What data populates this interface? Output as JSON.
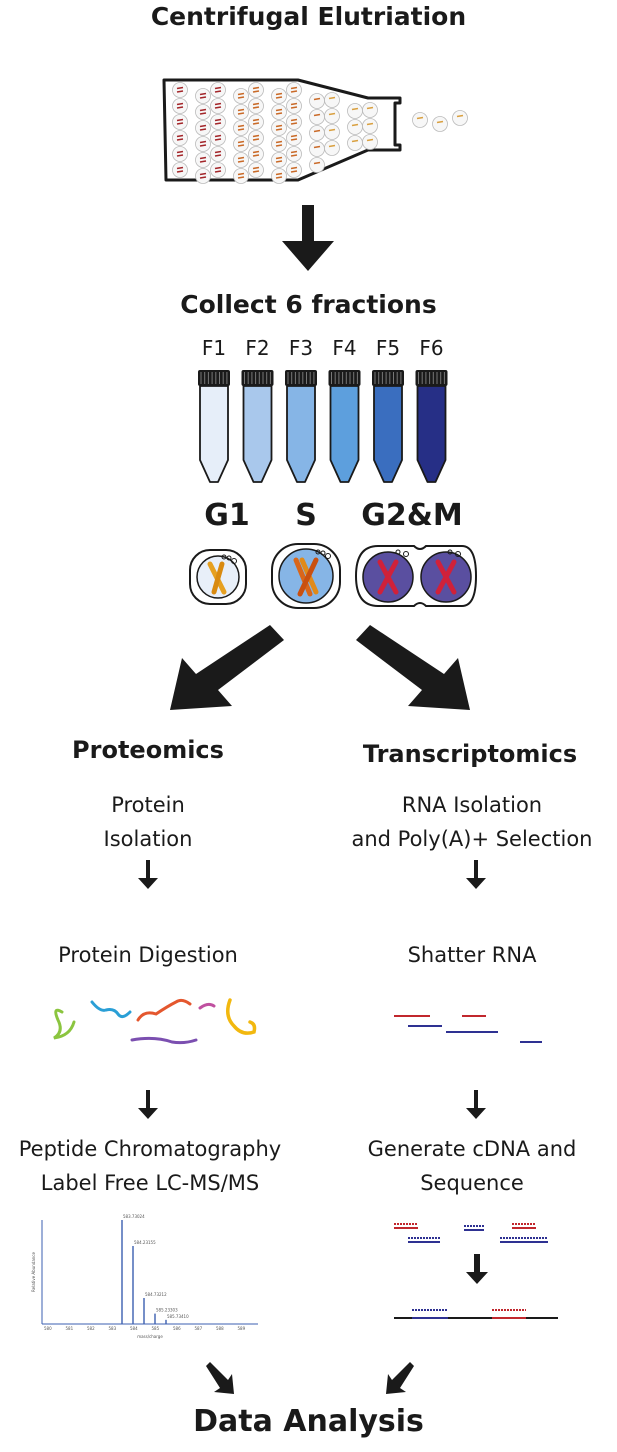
{
  "title": "Centrifugal Elutriation",
  "collect_label": "Collect 6 fractions",
  "fractions": [
    {
      "label": "F1",
      "color": "#e6eef9"
    },
    {
      "label": "F2",
      "color": "#a9c8ec"
    },
    {
      "label": "F3",
      "color": "#86b5e6"
    },
    {
      "label": "F4",
      "color": "#5d9fdd"
    },
    {
      "label": "F5",
      "color": "#3a6ebf"
    },
    {
      "label": "F6",
      "color": "#262f86"
    }
  ],
  "phases": {
    "g1": "G1",
    "s": "S",
    "g2m": "G2&M"
  },
  "proteomics": {
    "title": "Proteomics",
    "step1_line1": "Protein",
    "step1_line2": "Isolation",
    "step2": "Protein Digestion",
    "step3_line1": "Peptide Chromatography",
    "step3_line2": "Label Free LC-MS/MS",
    "spectrum_peaks": [
      {
        "mz": "583.73024",
        "rel": 1.0
      },
      {
        "mz": "584.23155",
        "rel": 0.75
      },
      {
        "mz": "584.73212",
        "rel": 0.25
      },
      {
        "mz": "585.23303",
        "rel": 0.1
      },
      {
        "mz": "585.73410",
        "rel": 0.04
      }
    ],
    "spectrum_ylabel": "Relative Abundance",
    "spectrum_xlabel": "mass/charge",
    "spectrum_ticks": [
      "580",
      "581",
      "582",
      "583",
      "584",
      "585",
      "586",
      "587",
      "588",
      "589"
    ]
  },
  "transcriptomics": {
    "title": "Transcriptomics",
    "step1_line1": "RNA Isolation",
    "step1_line2": "and Poly(A)+ Selection",
    "step2": "Shatter RNA",
    "step3_line1": "Generate cDNA and",
    "step3_line2": "Sequence"
  },
  "final_label": "Data Analysis",
  "colors": {
    "red": "#c1272d",
    "blue": "#2e3192",
    "black": "#1a1a1a",
    "spectrum": "#3b5fb0"
  }
}
